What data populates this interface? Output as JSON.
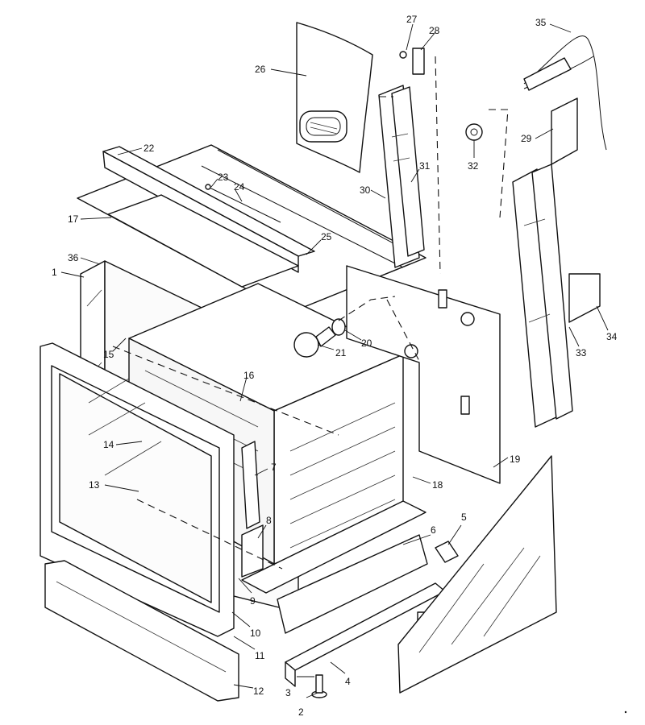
{
  "callouts": [
    "1",
    "2",
    "3",
    "4",
    "5",
    "6",
    "7",
    "8",
    "9",
    "10",
    "11",
    "12",
    "13",
    "14",
    "15",
    "16",
    "17",
    "18",
    "19",
    "20",
    "21",
    "22",
    "23",
    "24",
    "25",
    "26",
    "27",
    "28",
    "29",
    "30",
    "31",
    "32",
    "33",
    "34",
    "35",
    "36"
  ]
}
